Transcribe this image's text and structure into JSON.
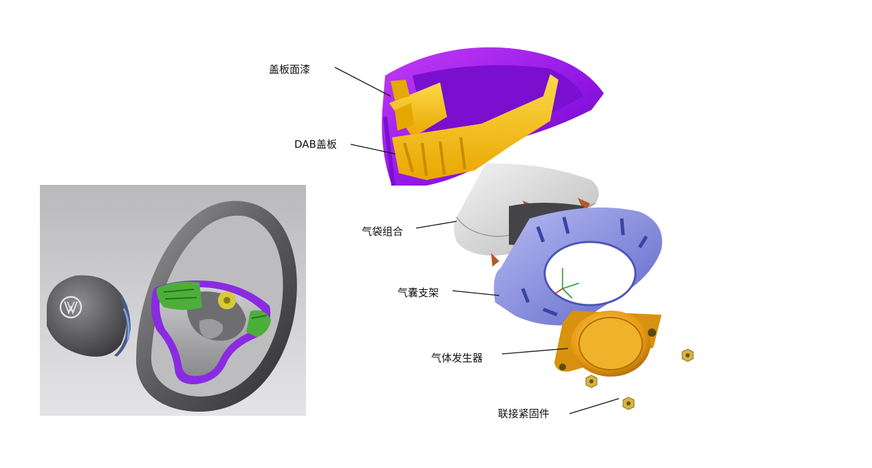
{
  "labels": {
    "cover_paint": "盖板面漆",
    "dab_cover": "DAB盖板",
    "bag_assembly": "气袋组合",
    "airbag_bracket": "气囊支架",
    "gas_generator": "气体发生器",
    "fasteners": "联接紧固件"
  },
  "colors": {
    "cover_paint": "#9b1cf2",
    "dab_cover": "#f7c20e",
    "bag_assembly": "#dcdcdc",
    "airbag_bracket": "#7f86dc",
    "gas_generator": "#e79a12",
    "fastener": "#d9b341",
    "wheel_trim": "#8a2be2",
    "wheel_buttons": "#4caf3a",
    "background_panel": "#c8c8ca"
  },
  "icons": {
    "emblem": "vw-logo-icon"
  }
}
